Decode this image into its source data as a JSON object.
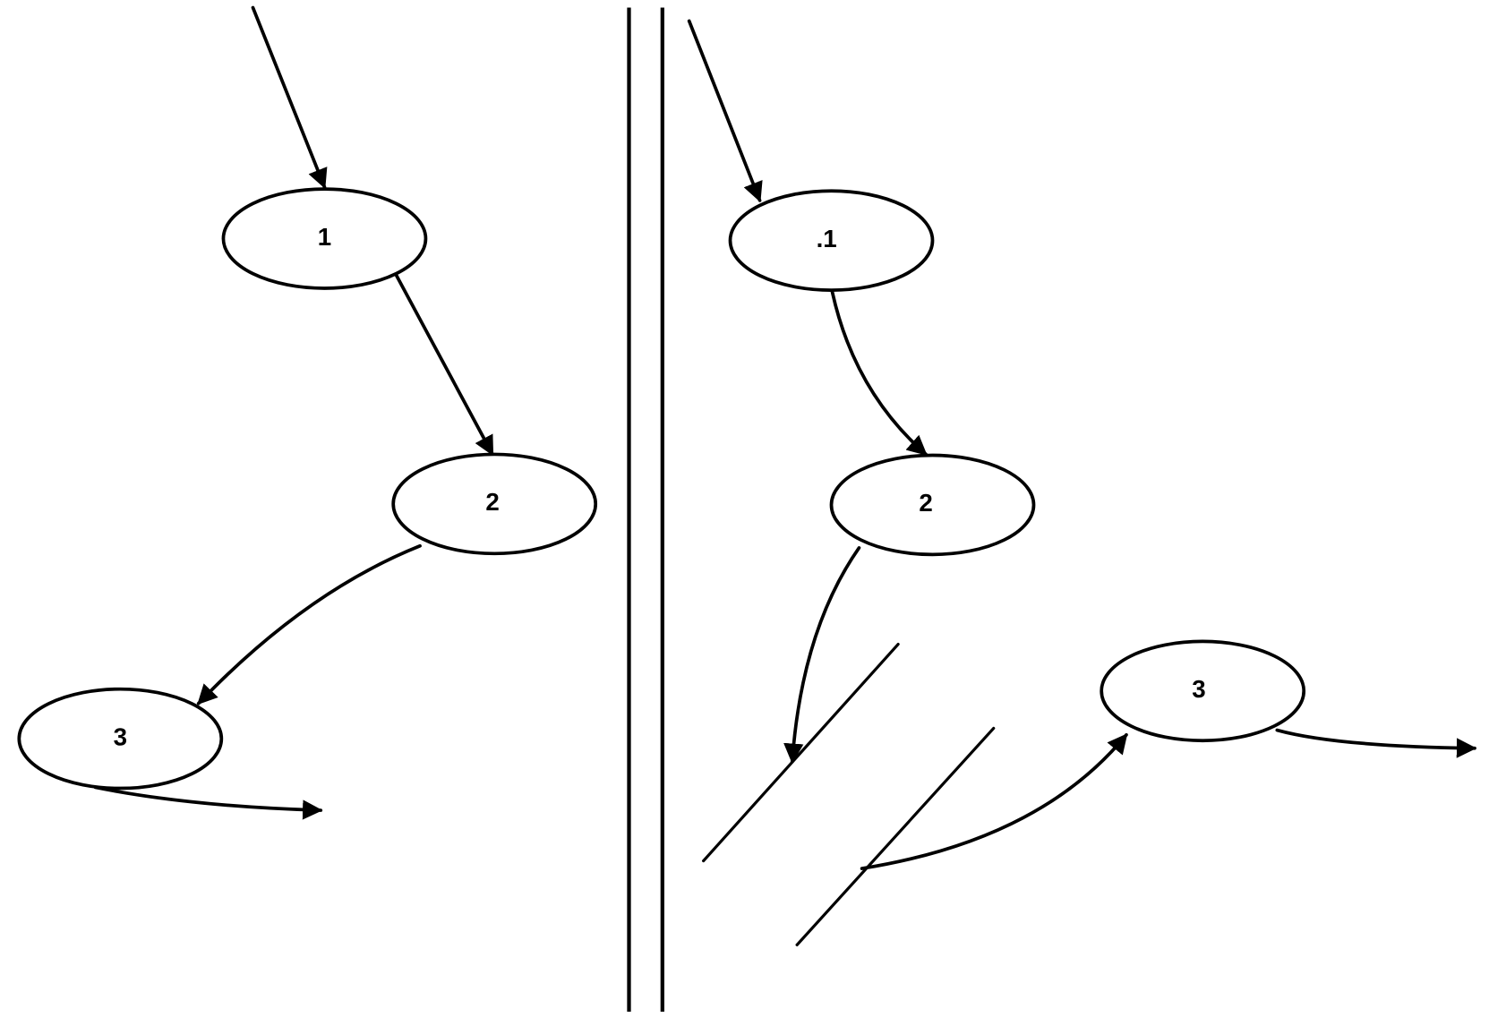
{
  "left_panel": {
    "nodes": [
      {
        "id": "1",
        "label": "1"
      },
      {
        "id": "2",
        "label": "2"
      },
      {
        "id": "3",
        "label": "3"
      }
    ],
    "edges": [
      [
        "start",
        "1"
      ],
      [
        "1",
        "2"
      ],
      [
        "2",
        "3"
      ],
      [
        "3",
        "out"
      ]
    ]
  },
  "right_panel": {
    "nodes": [
      {
        "id": "1",
        "label": ".1"
      },
      {
        "id": "2",
        "label": "2"
      },
      {
        "id": "3",
        "label": "3"
      }
    ],
    "edges": [
      [
        "start",
        "1"
      ],
      [
        "1",
        "2"
      ],
      [
        "2",
        "break"
      ],
      [
        "break",
        "3"
      ],
      [
        "3",
        "out"
      ]
    ],
    "break_marker": "double-slash"
  },
  "colors": {
    "stroke": "#000000",
    "background": "#ffffff"
  }
}
